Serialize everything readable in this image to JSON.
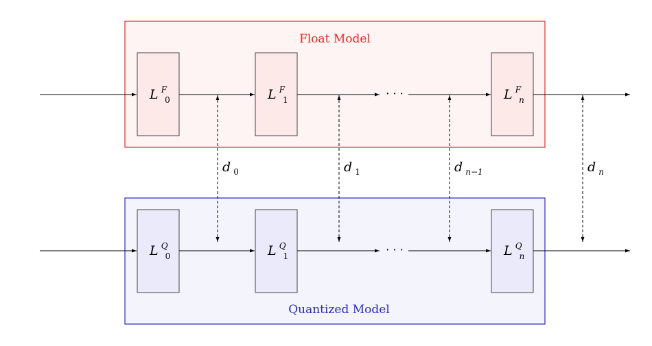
{
  "float_model": {
    "title": "Float Model",
    "border_color": "#e8251f",
    "fill_color": "#fef4f4",
    "layers": [
      {
        "main": "L",
        "sub": "0",
        "sup": "F"
      },
      {
        "main": "L",
        "sub": "1",
        "sup": "F"
      },
      {
        "main": "L",
        "sub": "n",
        "sup": "F"
      }
    ]
  },
  "quantized_model": {
    "title": "Quantized Model",
    "border_color": "#2727c8",
    "fill_color": "#f4f4fd",
    "layers": [
      {
        "main": "L",
        "sub": "0",
        "sup": "Q"
      },
      {
        "main": "L",
        "sub": "1",
        "sup": "Q"
      },
      {
        "main": "L",
        "sub": "n",
        "sup": "Q"
      }
    ]
  },
  "ellipsis": "· · ·",
  "distances": [
    {
      "main": "d",
      "sub": "0"
    },
    {
      "main": "d",
      "sub": "1"
    },
    {
      "main": "d",
      "sub": "n−1"
    },
    {
      "main": "d",
      "sub": "n"
    }
  ]
}
